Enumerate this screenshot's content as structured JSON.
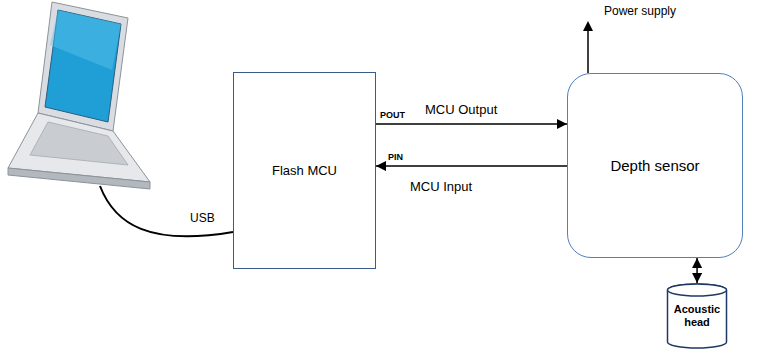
{
  "diagram": {
    "nodes": [
      {
        "text": [
          "Flash MCU"
        ]
      },
      {
        "text": [
          "Depth sensor"
        ]
      },
      {
        "text": [
          "Acoustic head"
        ]
      }
    ],
    "edges": [
      {
        "from": 0,
        "to": 1,
        "label": "MCU Output",
        "arrow": "to"
      },
      {
        "from": 1,
        "to": 0,
        "label": "MCU Input",
        "arrow": "to"
      },
      {
        "from": 1,
        "to": 2,
        "arrow": "both"
      }
    ],
    "labels": [
      "Power supply",
      "POUT",
      "PIN",
      "USB"
    ]
  }
}
